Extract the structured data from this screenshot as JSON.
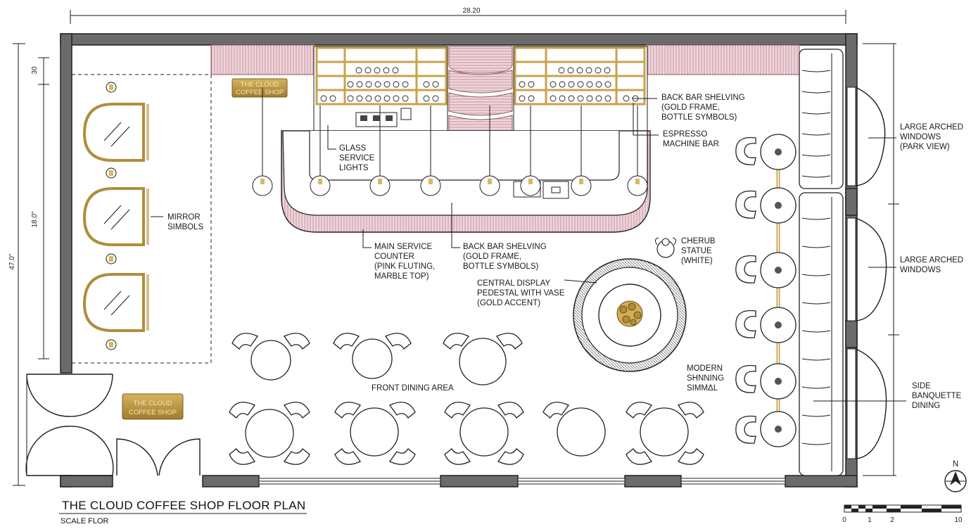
{
  "title": "THE CLOUD COFFEE SHOP FLOOR PLAN",
  "subtitle": "SCALE FLOR",
  "dimensions": {
    "width": "28.20",
    "top_offset": "30",
    "mirror_zone": "18.0\"",
    "height": "47.0\""
  },
  "signs": {
    "upper": [
      "THE CLOUD",
      "COFFEE SHOP"
    ],
    "lower": [
      "THE CLOUD",
      "COFFEE SHOP"
    ]
  },
  "labels": {
    "mirror": [
      "MIRROR",
      "SIMBOLS"
    ],
    "glass_lights": [
      "GLASS",
      "SERVICE",
      "LIGHTS"
    ],
    "back_bar_top": [
      "BACK BAR SHELVING",
      "(GOLD FRAME,",
      "BOTTLE SYMBOLS)"
    ],
    "espresso": [
      "ESPRESSO",
      "MACHINE BAR"
    ],
    "main_counter": [
      "MAIN SERVICE",
      "COUNTER",
      "(PINK FLUTING,",
      "MARBLE TOP)"
    ],
    "back_bar_mid": [
      "BACK BAR SHELVING",
      "(GOLD FRAME,",
      "BOTTLE SYMBOLS)"
    ],
    "cherub": [
      "CHERUB",
      "STATUE",
      "(WHITE)"
    ],
    "pedestal": [
      "CENTRAL DISPLAY",
      "PEDESTAL WITH VASE",
      "(GOLD ACCENT)"
    ],
    "front_dining": "FRONT DINING AREA",
    "modern": [
      "MODERN",
      "SHNNING",
      "SIMMΔL"
    ],
    "windows_park": [
      "LARGE ARCHED",
      "WINDOWS",
      "(PARK VIEW)"
    ],
    "windows": [
      "LARGE ARCHED",
      "WINDOWS"
    ],
    "banquette": [
      "SIDE",
      "BANQUETTE",
      "DINING"
    ]
  },
  "compass": "N",
  "scale_bar": [
    "0",
    "1",
    "2",
    "10"
  ],
  "colors": {
    "wall": "#6b6b6b",
    "pink_fluting": "#e9c7d0",
    "gold": "#c9a24c",
    "sign_bg": "#b8913f",
    "banquette": "#ffffff"
  }
}
